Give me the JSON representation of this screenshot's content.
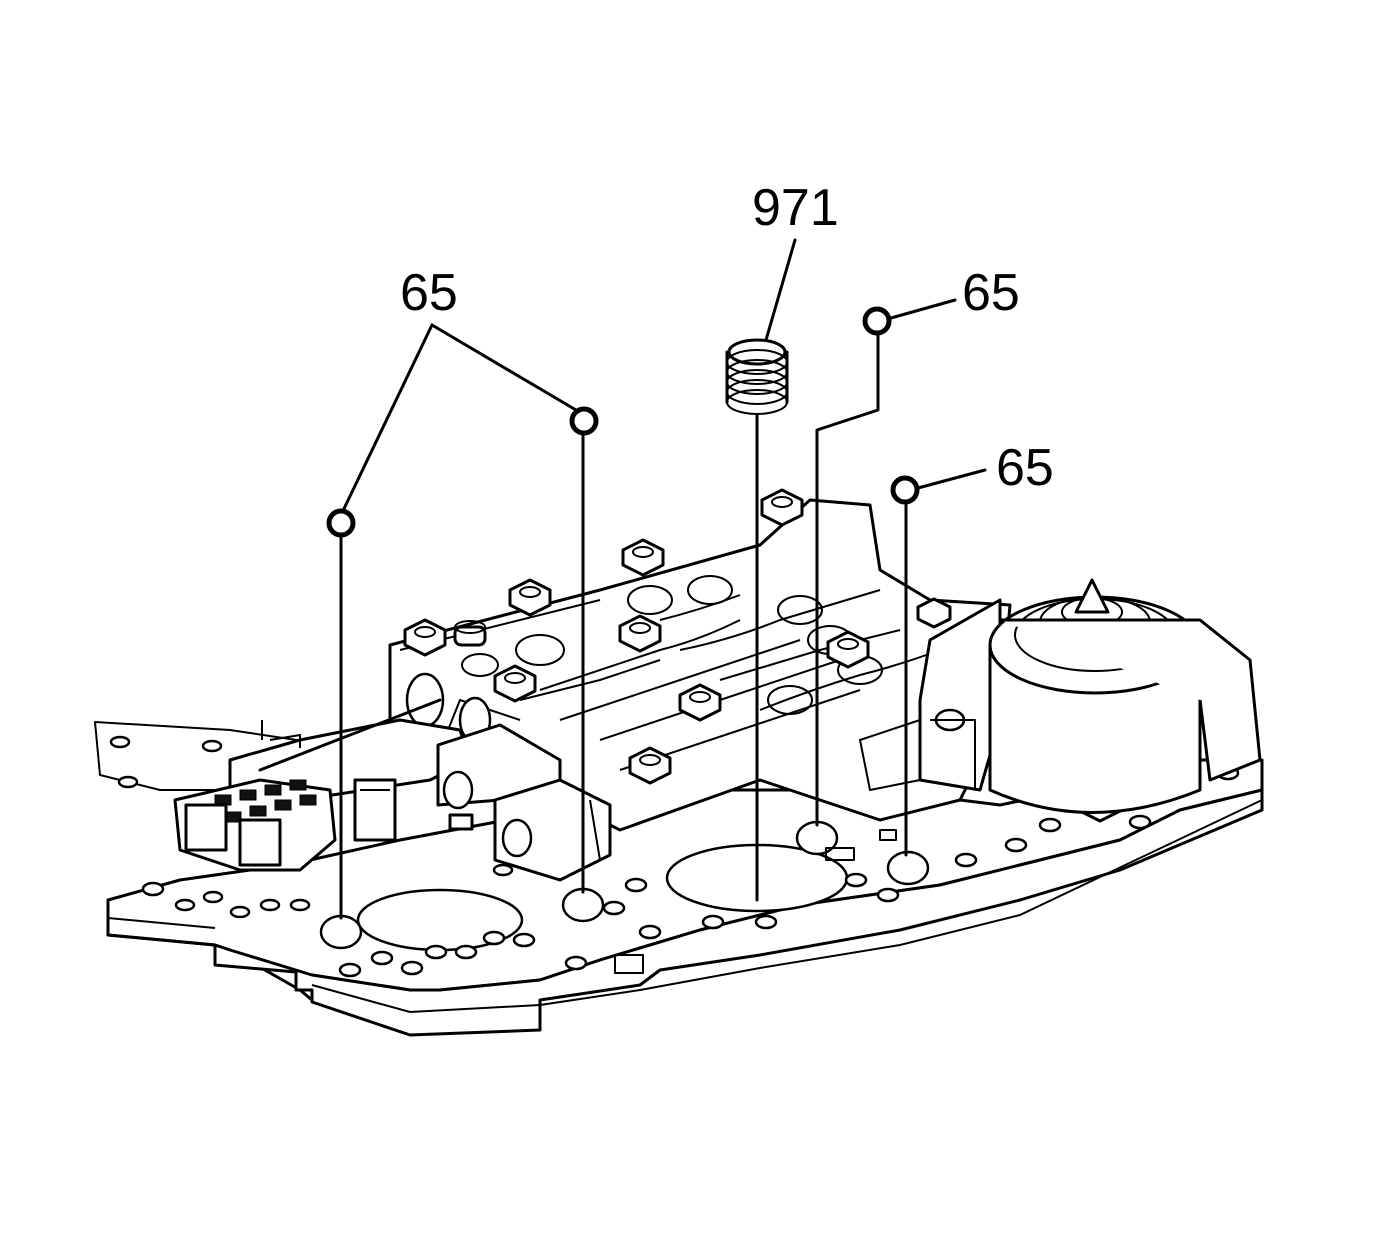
{
  "callouts": [
    {
      "id": "65-left",
      "label": "65"
    },
    {
      "id": "971",
      "label": "971"
    },
    {
      "id": "65-upper-right",
      "label": "65"
    },
    {
      "id": "65-right",
      "label": "65"
    }
  ]
}
